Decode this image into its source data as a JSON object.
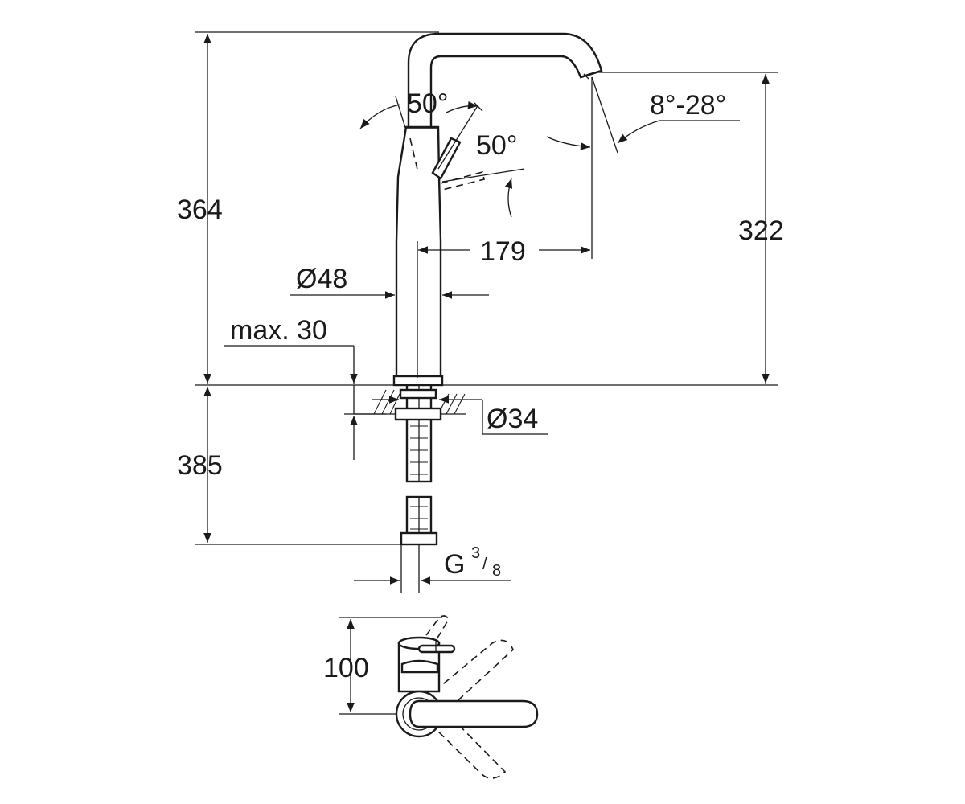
{
  "dimensions": {
    "total_height": "364",
    "spout_height": "322",
    "spout_reach": "179",
    "body_diameter": "Ø48",
    "deck_thickness": "max. 30",
    "hole_diameter": "Ø34",
    "below_deck": "385",
    "connection_prefix": "G",
    "connection_numerator": "3",
    "connection_denominator": "8",
    "lever_angle_top": "50°",
    "lever_angle_side": "50°",
    "spray_angle": "8°-28°",
    "top_view_depth": "100"
  },
  "colors": {
    "line": "#1a1a1a",
    "background": "#ffffff"
  }
}
